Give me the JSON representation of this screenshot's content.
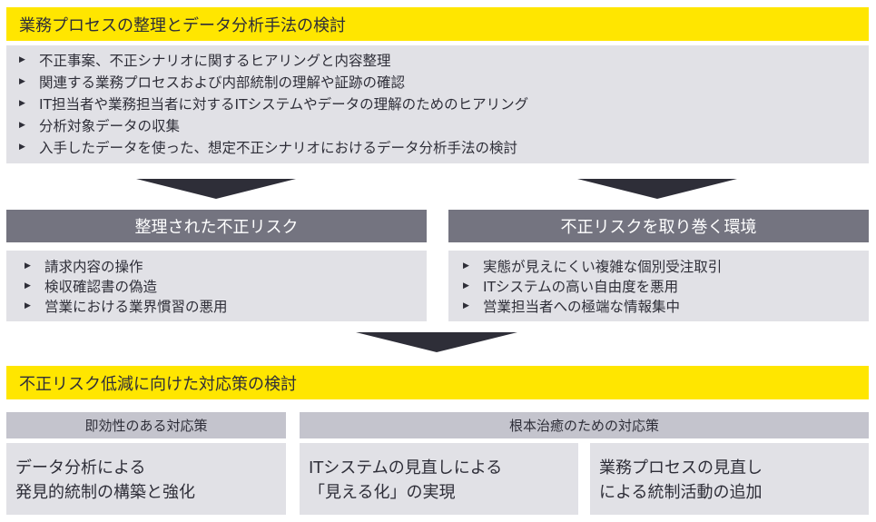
{
  "top": {
    "title": "業務プロセスの整理とデータ分析手法の検討",
    "items": [
      "不正事案、不正シナリオに関するヒアリングと内容整理",
      "関連する業務プロセスおよび内部統制の理解や証跡の確認",
      "IT担当者や業務担当者に対するITシステムやデータの理解のためのヒアリング",
      "分析対象データの収集",
      "入手したデータを使った、想定不正シナリオにおけるデータ分析手法の検討"
    ]
  },
  "left": {
    "title": "整理された不正リスク",
    "items": [
      "請求内容の操作",
      "検収確認書の偽造",
      "営業における業界慣習の悪用"
    ]
  },
  "right": {
    "title": "不正リスクを取り巻く環境",
    "items": [
      "実態が見えにくい複雑な個別受注取引",
      "ITシステムの高い自由度を悪用",
      "営業担当者への極端な情報集中"
    ]
  },
  "bottom": {
    "title": "不正リスク低減に向けた対応策の検討",
    "immediate": {
      "title": "即効性のある対応策",
      "box": [
        "データ分析による",
        "発見的統制の構築と強化"
      ]
    },
    "fundamental": {
      "title": "根本治癒のための対応策",
      "box1": [
        "ITシステムの見直しによる",
        "「見える化」の実現"
      ],
      "box2": [
        "業務プロセスの見直し",
        "による統制活動の追加"
      ]
    }
  },
  "bullet": "▶"
}
